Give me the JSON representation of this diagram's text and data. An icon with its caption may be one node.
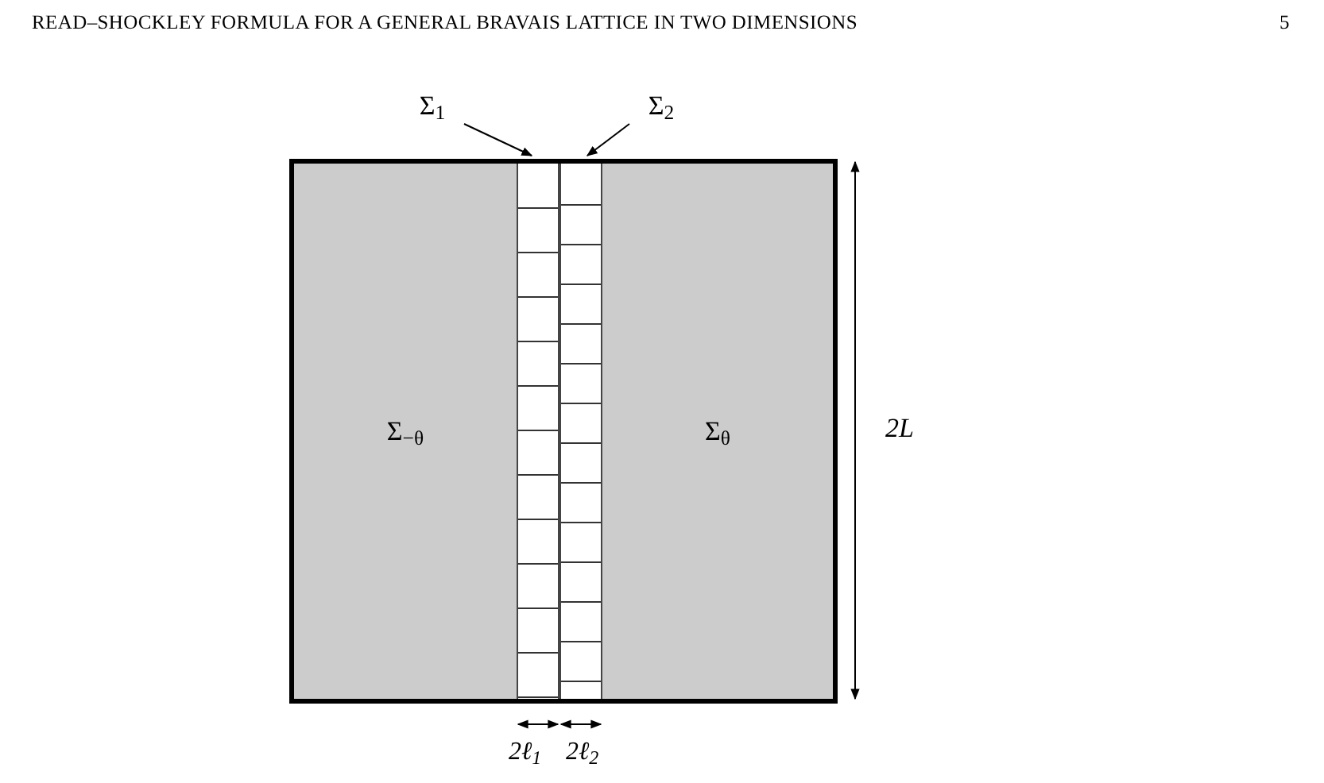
{
  "diagram": {
    "nodes": [
      {
        "text": [],
        "shape": "box"
      },
      {
        "text": [
          "Σ$_{−θ}$"
        ],
        "in": 0
      },
      {
        "text": [],
        "shape": "box",
        "in": 0
      },
      {
        "text": [],
        "shape": "box",
        "in": 0
      },
      {
        "text": [
          "Σ$_{θ}$"
        ],
        "in": 0
      },
      {
        "text": [
          "Σ$_{1}$"
        ]
      },
      {
        "text": [
          "Σ$_{2}$"
        ]
      }
    ],
    "edges": [
      {
        "from": 5,
        "to": 2,
        "arrow": "to"
      },
      {
        "from": 6,
        "to": 3,
        "arrow": "to"
      }
    ],
    "labels": [
      "READ–SHOCKLEY FORMULA FOR A GENERAL BRAVAIS LATTICE IN TWO DIMENSIONS",
      "5",
      "2L",
      "2ℓ$_{1}$",
      "2ℓ$_{2}$"
    ]
  }
}
